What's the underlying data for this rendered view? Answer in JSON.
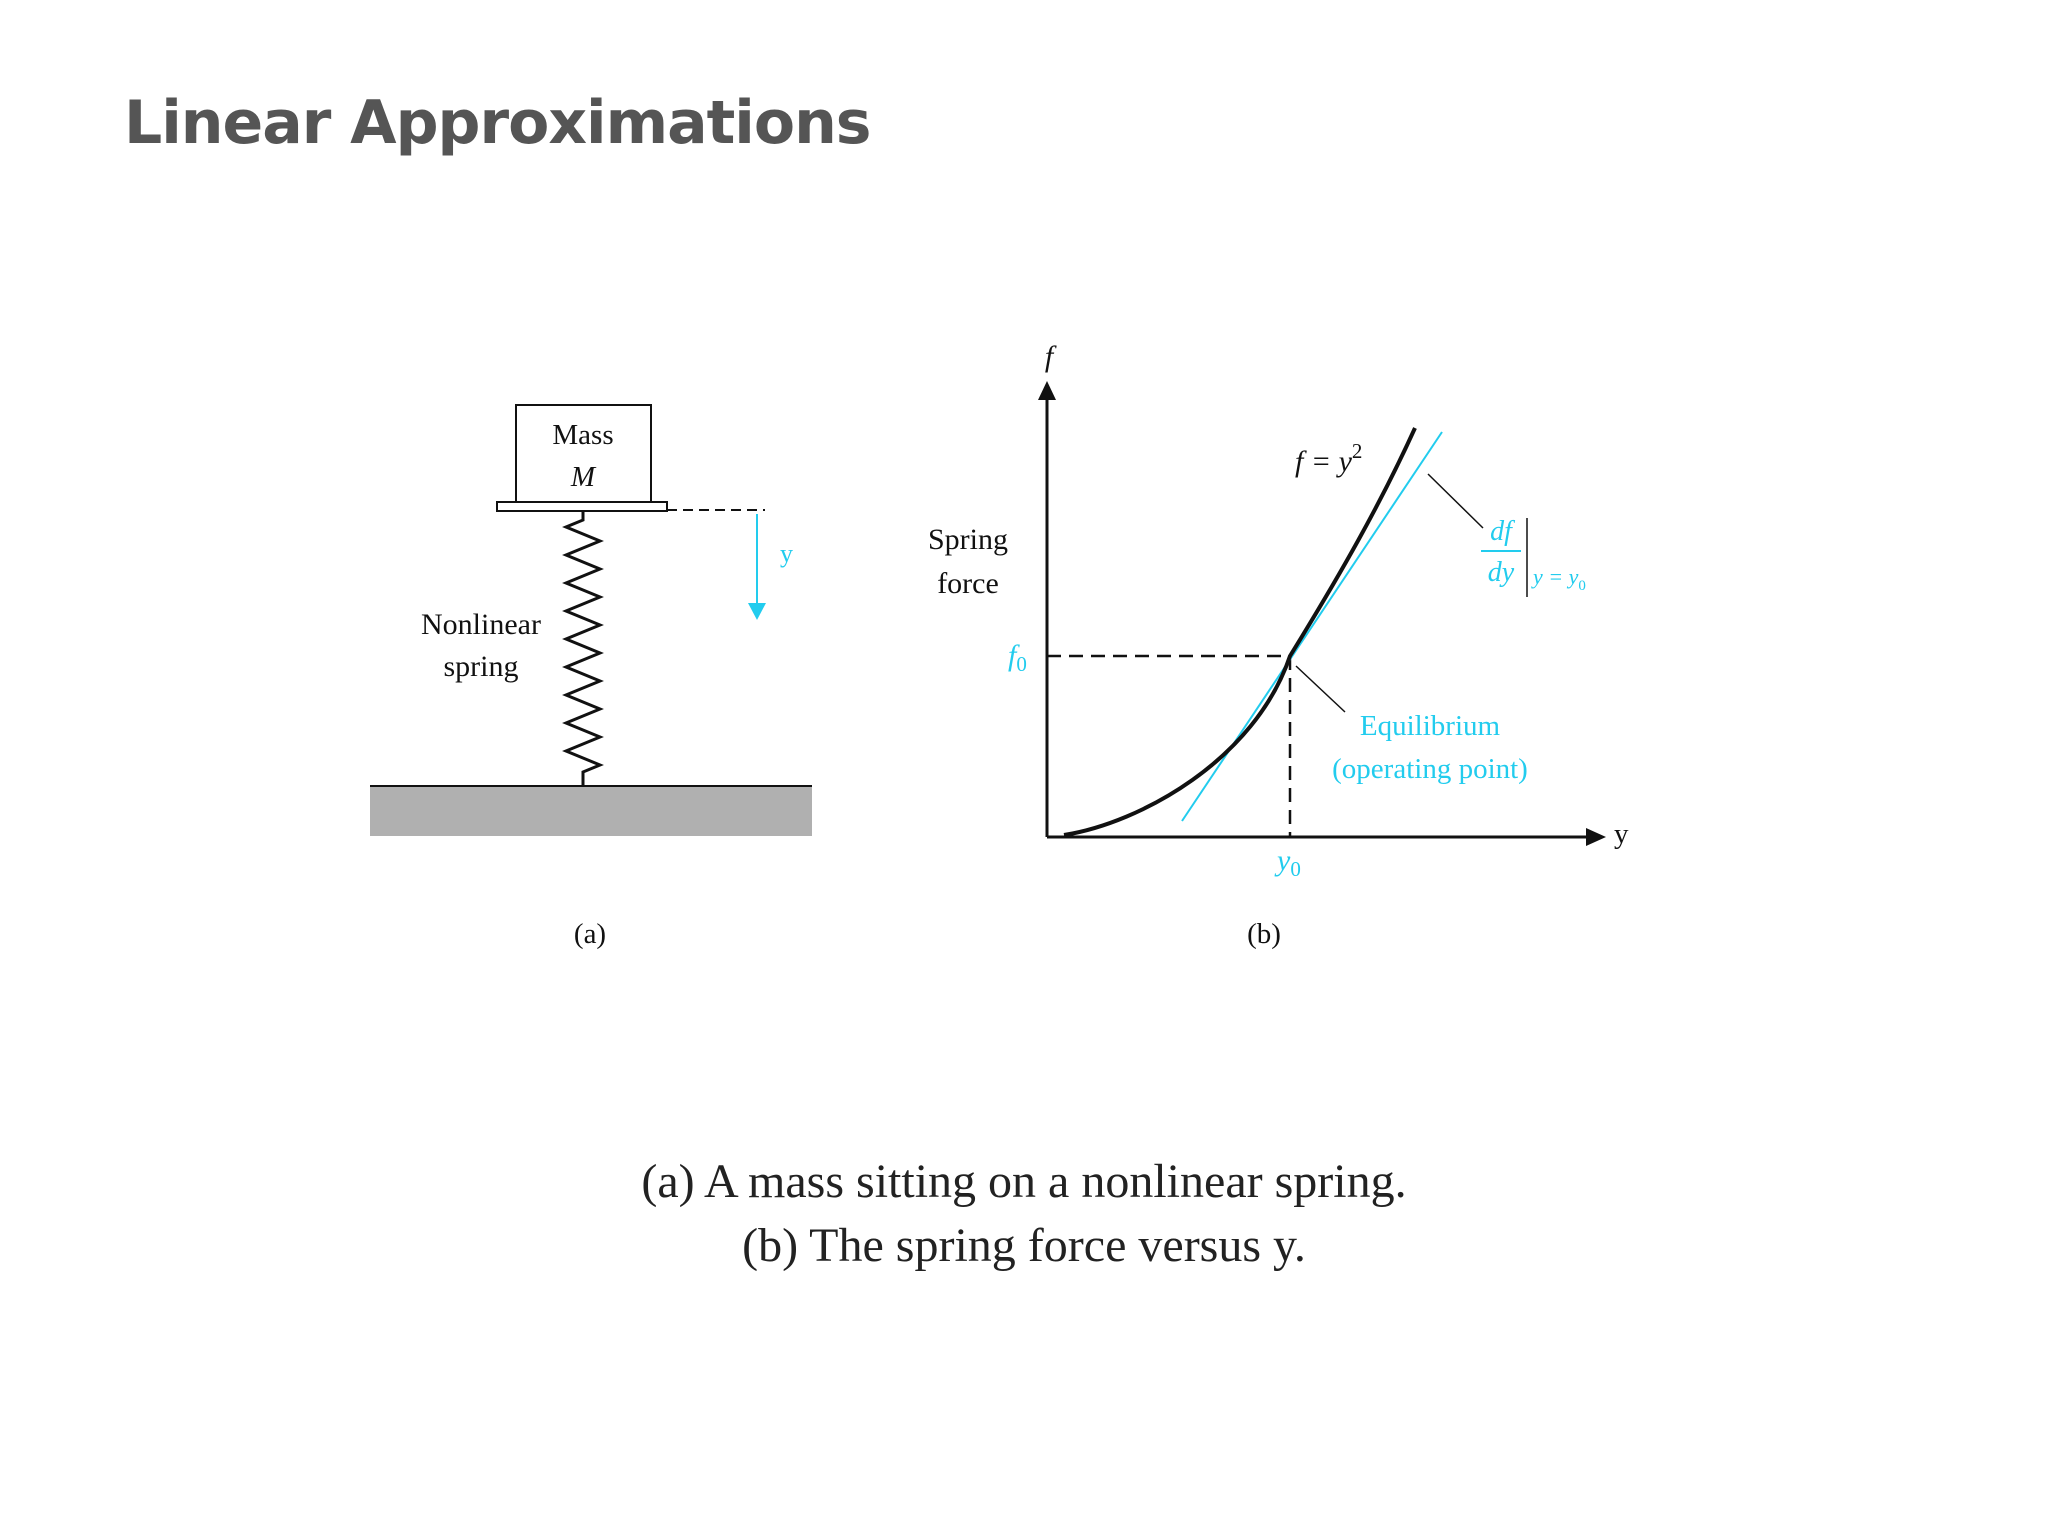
{
  "title": "Linear Approximations",
  "colors": {
    "accent": "#22ccee",
    "ink": "#111111",
    "ground": "#b0b0b0",
    "title": "#555555"
  },
  "panel_a": {
    "mass_label": "Mass",
    "mass_symbol": "M",
    "spring_label_line1": "Nonlinear",
    "spring_label_line2": "spring",
    "displacement_label": "y",
    "panel_label": "(a)"
  },
  "panel_b": {
    "f_axis_label": "f",
    "y_axis_label": "y",
    "ylabel_line1": "Spring",
    "ylabel_line2": "force",
    "curve_eq_base": "f = y",
    "curve_eq_exp": "2",
    "f0_label": "f",
    "f0_sub": "0",
    "y0_label": "y",
    "y0_sub": "0",
    "slope_num": "df",
    "slope_den": "dy",
    "slope_eval": "y = y",
    "slope_eval_sub": "0",
    "equilibrium_line1": "Equilibrium",
    "equilibrium_line2": "(operating point)",
    "panel_label": "(b)"
  },
  "caption": {
    "line1": "(a) A mass sitting on a nonlinear spring.",
    "line2": "(b) The spring force versus y."
  }
}
